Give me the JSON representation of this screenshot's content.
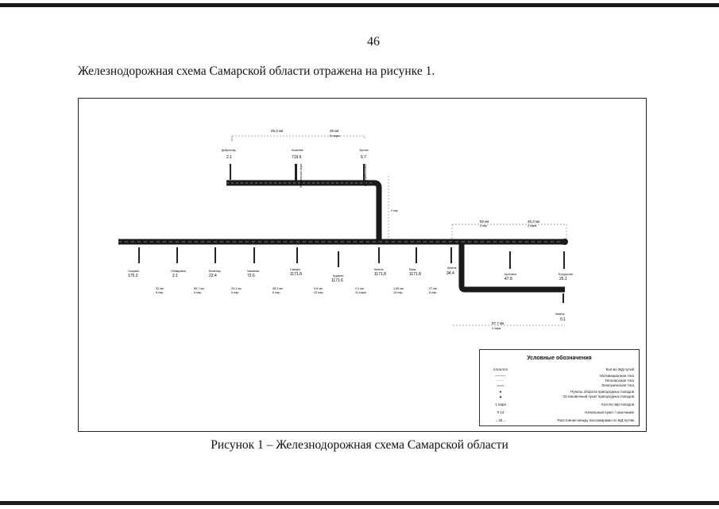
{
  "page": {
    "number": "46",
    "intro": "Железнодорожная схема Самарской области отражена на рисунке 1.",
    "caption": "Рисунок 1 – Железнодорожная схема Самарской области"
  },
  "diagram": {
    "top_distances": [
      "25,3 км",
      "35 км",
      "5 пары"
    ],
    "top_stations": [
      {
        "name": "Доброград",
        "code": "2.1"
      },
      {
        "name": "Кошелев",
        "code": "719.6"
      },
      {
        "name": "Урочни",
        "code": "6.7"
      }
    ],
    "vertical_labels": [
      "Жигулевское море",
      "Новокуйбышевск"
    ],
    "right_distances": [
      "82 км",
      "6 пар",
      "46,3 км",
      "4 пары"
    ],
    "main_stations": [
      {
        "name": "Сызрань",
        "code": "175.2"
      },
      {
        "name": "Обшаровка",
        "code": "2.1"
      },
      {
        "name": "Безенчук",
        "code": "22.4"
      },
      {
        "name": "Чапаевск",
        "code": "72.6"
      },
      {
        "name": "Самара",
        "code": "1171.8"
      },
      {
        "name": "Курумоч",
        "code": "1171.6"
      },
      {
        "name": "Кинель",
        "code": "1171.8"
      },
      {
        "name": "Маяк",
        "code": "1171.8"
      },
      {
        "name": "Кинель",
        "code": "34.4"
      }
    ],
    "branch_stations": [
      {
        "name": "Кротовка",
        "code": "47.8"
      },
      {
        "name": "Бугуруслан",
        "code": "25.1"
      }
    ],
    "lower_distances": [
      "32 км",
      "5 пар",
      "80,7 км",
      "5 пар",
      "20,3 км",
      "9 пар",
      "45,3 км",
      "6 пар",
      "9,6 км",
      "20 пар",
      "2,2 км",
      "31 пара",
      "1,66 км",
      "15 пар",
      "27 км",
      "8 пар"
    ],
    "south_station": {
      "name": "Кинель",
      "code": "0.1"
    },
    "south_distance": [
      "97,7 км",
      "2 пары"
    ]
  },
  "legend": {
    "title": "Условные обозначения",
    "rows": [
      {
        "symbol": "ллллллл",
        "text": "Кол-во ЖД путей"
      },
      {
        "symbol": "———",
        "text": "Мотивационная тяга"
      },
      {
        "symbol": "- - -",
        "text": "Тепловозная тяга"
      },
      {
        "symbol": "═══",
        "text": "Электрическая тяга"
      },
      {
        "symbol": "●",
        "text": "Пункты оборота пригородных поездов"
      },
      {
        "symbol": "▲",
        "text": "Остановочный пункт пригородных поездов"
      },
      {
        "symbol": "1 пара",
        "text": "Кол-во пар поездов"
      },
      {
        "symbol": "# 13",
        "text": "Начальный пункт / окончание"
      },
      {
        "symbol": "←34→",
        "text": "Расстояние между пассажирами по ЖД путям"
      }
    ]
  }
}
